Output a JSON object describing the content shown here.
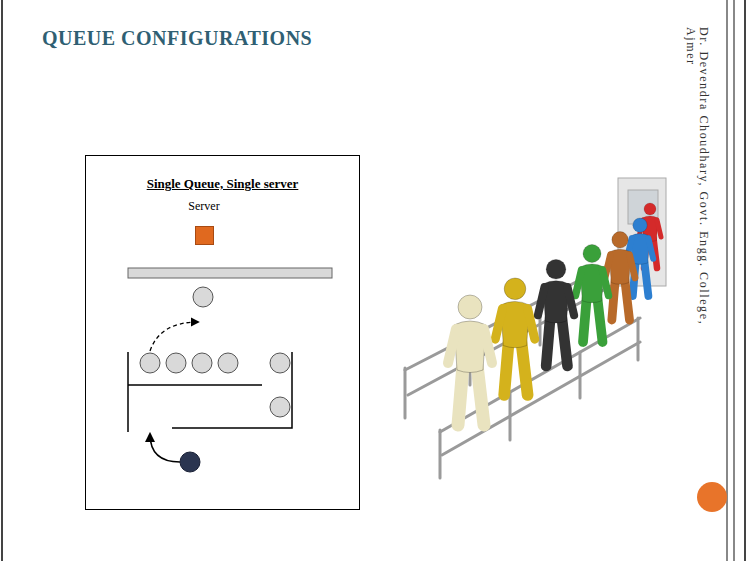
{
  "diagram": {
    "title": "QUEUE CONFIGURATIONS",
    "nodes": [
      {
        "text": [
          "Single Queue, Single server"
        ]
      },
      {
        "text": [
          "Server"
        ],
        "in": 0
      }
    ],
    "edges": [],
    "labels": [
      "Dr. Devendra Choudhary, Govt. Engg. College, Ajmer"
    ]
  }
}
